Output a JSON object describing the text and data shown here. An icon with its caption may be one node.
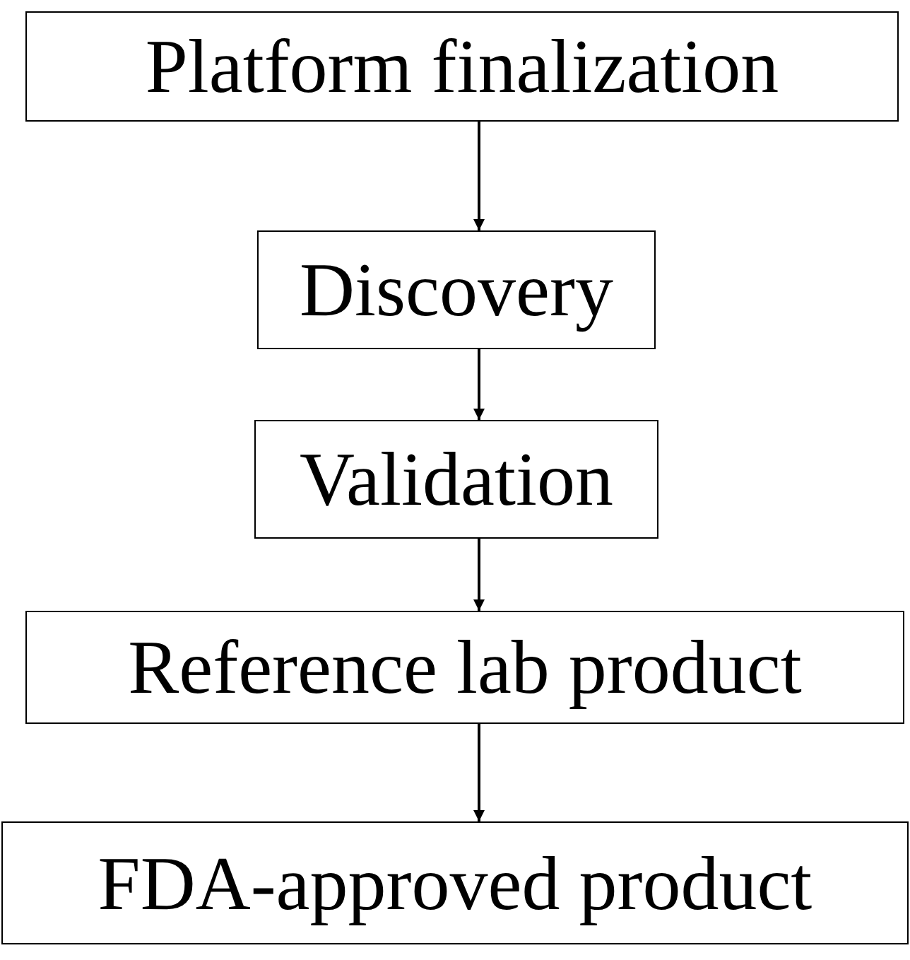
{
  "diagram": {
    "nodes": [
      {
        "text": [
          "Platform finalization"
        ]
      },
      {
        "text": [
          "Discovery"
        ]
      },
      {
        "text": [
          "Validation"
        ]
      },
      {
        "text": [
          "Reference lab product"
        ]
      },
      {
        "text": [
          "FDA-approved product"
        ]
      }
    ],
    "edges": [
      {
        "from": 0,
        "to": 1,
        "arrow": "to"
      },
      {
        "from": 1,
        "to": 2,
        "arrow": "to"
      },
      {
        "from": 2,
        "to": 3,
        "arrow": "to"
      },
      {
        "from": 3,
        "to": 4,
        "arrow": "to"
      }
    ]
  }
}
